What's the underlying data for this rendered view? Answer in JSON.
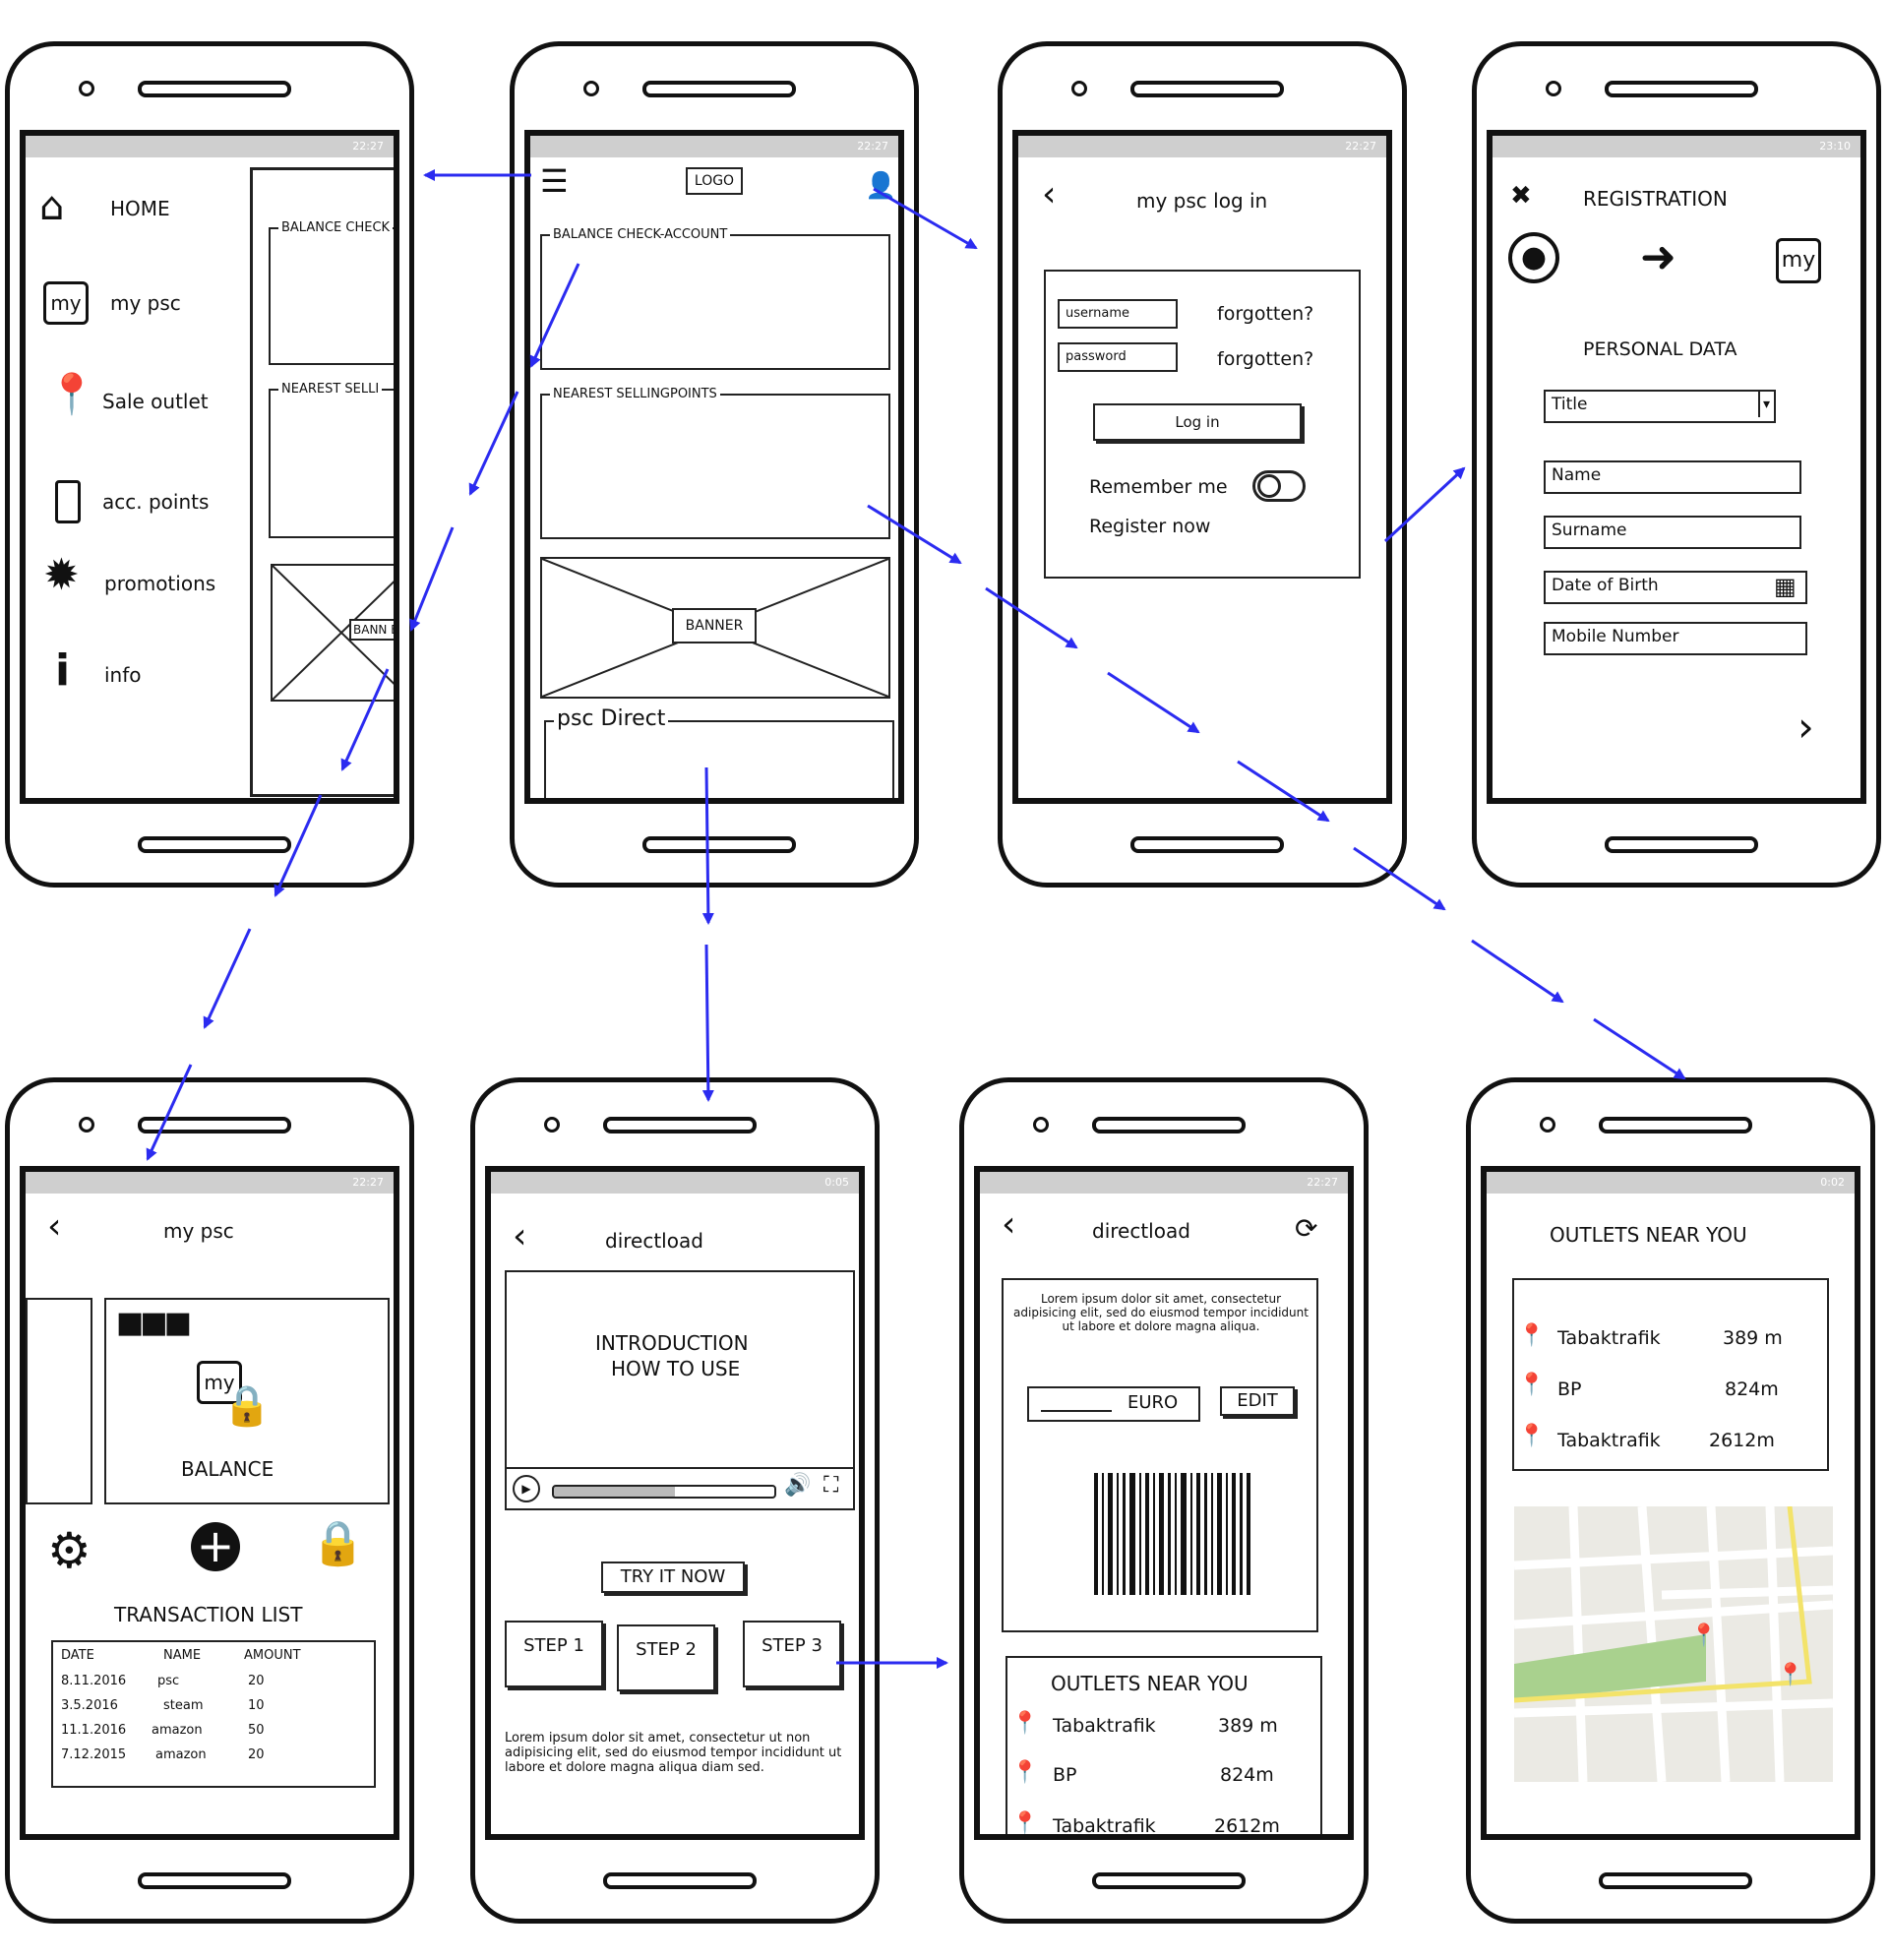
{
  "status_times": [
    "22:27",
    "22:27",
    "22:27",
    "23:10",
    "22:27",
    "0:05",
    "22:27",
    "0:02"
  ],
  "menu": {
    "items": [
      "HOME",
      "my psc",
      "Sale outlet",
      "acc. points",
      "promotions",
      "info"
    ],
    "side_labels": [
      "BALANCE CHECK",
      "NEAREST SELLI",
      "BANN ER"
    ]
  },
  "home": {
    "logo": "LOGO",
    "balance": "BALANCE CHECK-ACCOUNT",
    "nearest": "NEAREST SELLINGPOINTS",
    "banner": "BANNER",
    "direct": "psc Direct"
  },
  "login": {
    "title": "my psc log in",
    "username_placeholder": "username",
    "password_placeholder": "password",
    "forgotten": "forgotten?",
    "login_button": "Log in",
    "remember": "Remember me",
    "register": "Register now"
  },
  "registration": {
    "title": "REGISTRATION",
    "my_badge": "my",
    "section": "PERSONAL DATA",
    "title_field": "Title",
    "name_field": "Name",
    "surname_field": "Surname",
    "dob_field": "Date of Birth",
    "mobile_field": "Mobile Number"
  },
  "mypsc": {
    "title": "my psc",
    "my_badge": "my",
    "balance": "BALANCE",
    "tx_title": "TRANSACTION LIST",
    "tx_headers": [
      "DATE",
      "NAME",
      "AMOUNT"
    ],
    "tx_rows": [
      [
        "8.11.2016",
        "psc",
        "20"
      ],
      [
        "3.5.2016",
        "steam",
        "10"
      ],
      [
        "11.1.2016",
        "amazon",
        "50"
      ],
      [
        "7.12.2015",
        "amazon",
        "20"
      ]
    ]
  },
  "directload_intro": {
    "title": "directload",
    "intro_line1": "INTRODUCTION",
    "intro_line2": "HOW TO USE",
    "try_button": "TRY IT NOW",
    "steps": [
      "STEP 1",
      "STEP 2",
      "STEP 3"
    ],
    "lorem": "Lorem ipsum dolor sit amet, consectetur ut non adipisicing elit, sed do eiusmod tempor incididunt ut labore et dolore magna aliqua diam sed."
  },
  "directload_barcode": {
    "title": "directload",
    "lorem": "Lorem ipsum dolor sit amet, consectetur adipisicing elit, sed do eiusmod tempor incididunt ut labore et dolore magna aliqua.",
    "currency": "EURO",
    "edit_button": "EDIT",
    "outlets_title": "OUTLETS NEAR YOU"
  },
  "outlets": {
    "title": "OUTLETS NEAR YOU",
    "list": [
      {
        "name": "Tabaktrafik",
        "distance": "389 m"
      },
      {
        "name": "BP",
        "distance": "824m"
      },
      {
        "name": "Tabaktrafik",
        "distance": "2612m"
      }
    ]
  },
  "colors": {
    "arrow": "#2b2bf0",
    "map_bg": "#ebeae4",
    "map_park": "#a9d18e",
    "map_road": "#f3e36a"
  }
}
